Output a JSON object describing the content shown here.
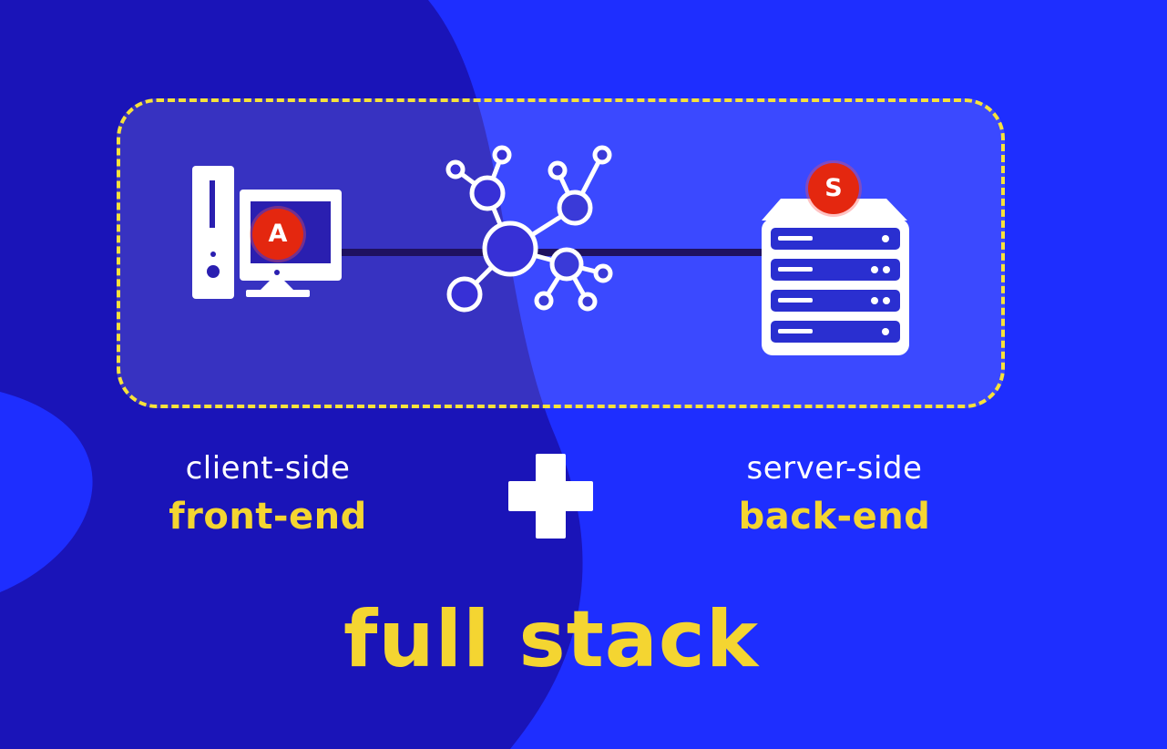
{
  "colors": {
    "background_light": "#1e2eff",
    "background_dark": "#1a14b8",
    "frame_border": "#f7e23a",
    "accent_yellow": "#f4d531",
    "badge_red": "#e4270f",
    "connector": "#1f1160"
  },
  "diagram": {
    "client": {
      "icon": "desktop-computer-icon",
      "badge_letter": "A",
      "sub_label": "client-side",
      "main_label": "front-end"
    },
    "network": {
      "icon": "network-hub-icon"
    },
    "server": {
      "icon": "server-stack-icon",
      "badge_letter": "S",
      "sub_label": "server-side",
      "main_label": "back-end"
    },
    "combine_symbol": "plus-icon"
  },
  "headline": "full stack"
}
